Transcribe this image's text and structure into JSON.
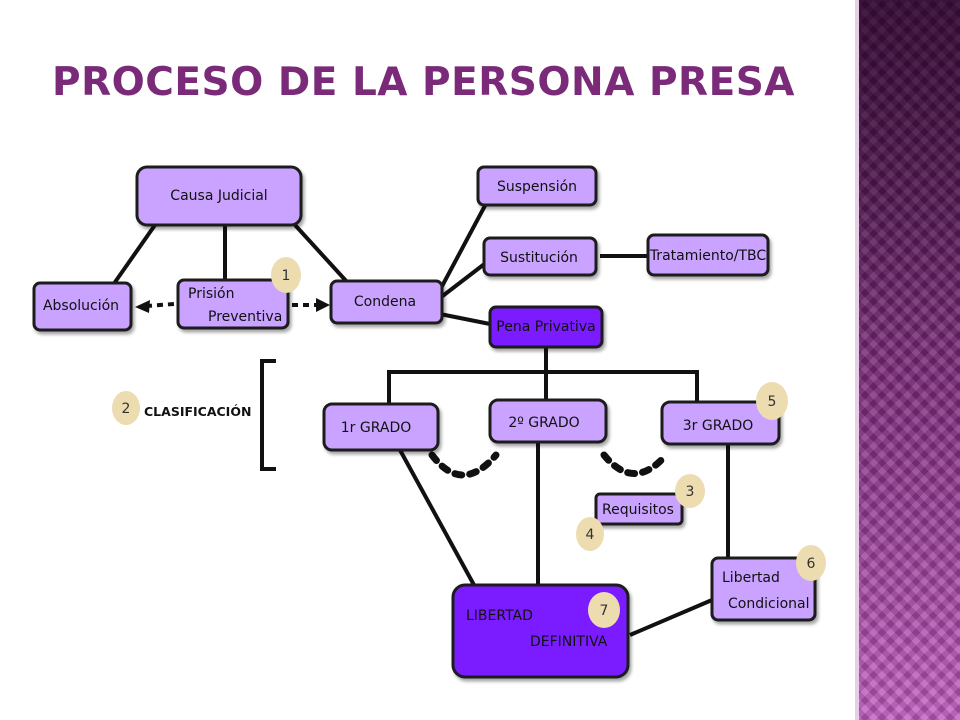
{
  "title": "PROCESO DE LA PERSONA PRESA",
  "colors": {
    "accent": "#7a2a78",
    "node_fill": "#c9a3ff",
    "node_fill_dark": "#7a1cff",
    "node_stroke": "#1a1a1a",
    "badge_fill": "#ecdcb0"
  },
  "nodes": {
    "causa_judicial": "Causa Judicial",
    "absolucion": "Absolución",
    "prision_line1": "Prisión",
    "prision_line2": "Preventiva",
    "condena": "Condena",
    "suspension": "Suspensión",
    "sustitucion": "Sustitución",
    "tratamiento": "Tratamiento/TBC",
    "pena_privativa": "Pena Privativa",
    "grado1": "1r GRADO",
    "grado2": "2º GRADO",
    "grado3": "3r GRADO",
    "requisitos": "Requisitos",
    "libertad_cond_line1": "Libertad",
    "libertad_cond_line2": "Condicional",
    "libertad_def_line1": "LIBERTAD",
    "libertad_def_line2": "DEFINITIVA"
  },
  "clasificacion": "CLASIFICACIÓN",
  "badges": [
    "1",
    "2",
    "3",
    "4",
    "5",
    "6",
    "7"
  ]
}
